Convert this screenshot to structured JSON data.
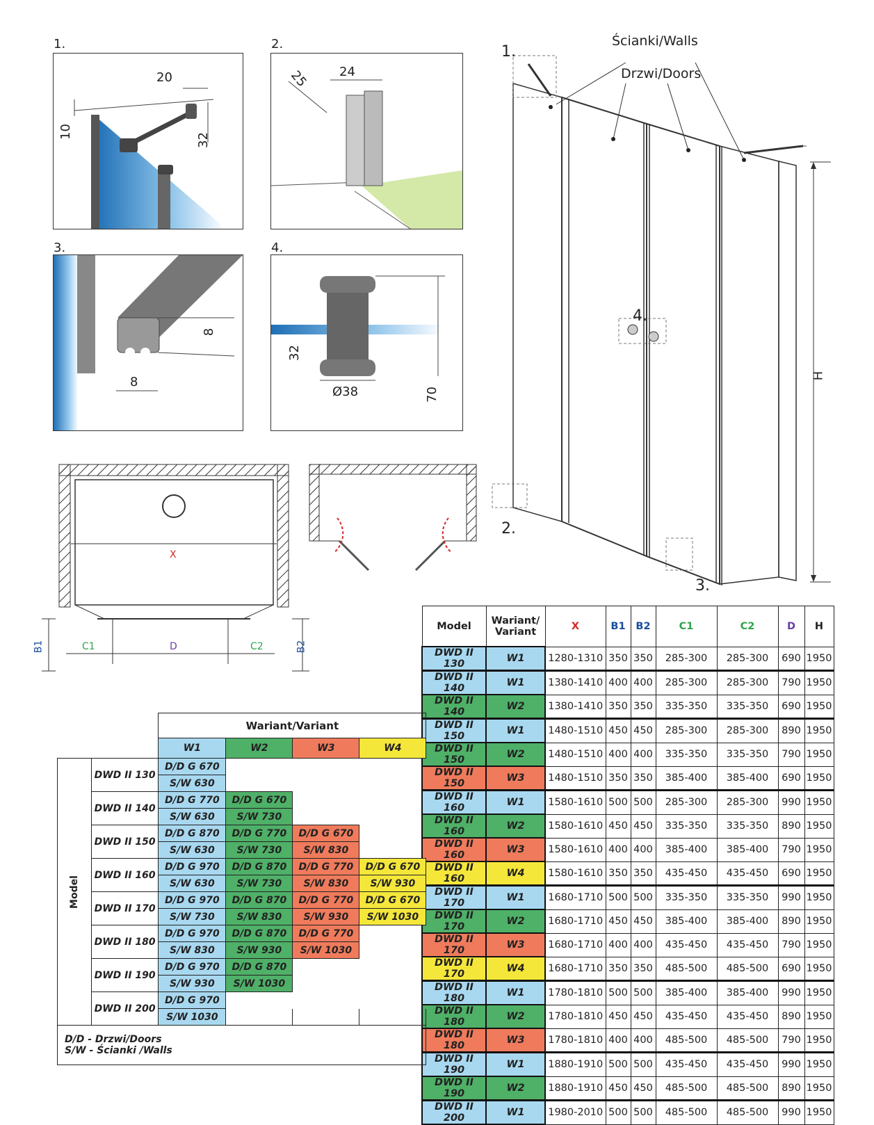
{
  "panels": {
    "p1": {
      "num": "1.",
      "dims": [
        "20",
        "10",
        "32"
      ]
    },
    "p2": {
      "num": "2.",
      "dims": [
        "24",
        "25"
      ]
    },
    "p3": {
      "num": "3.",
      "dims": [
        "8",
        "8"
      ]
    },
    "p4": {
      "num": "4.",
      "dims": [
        "32",
        "Ø38",
        "70"
      ]
    }
  },
  "main_drawing": {
    "label_walls": "Ścianki/Walls",
    "label_doors": "Drzwi/Doors",
    "callouts": [
      "1.",
      "2.",
      "3.",
      "4."
    ],
    "height_label": "H"
  },
  "plan": {
    "x_label": "X",
    "b1": "B1",
    "b2": "B2",
    "c1": "C1",
    "c2": "C2",
    "d": "D"
  },
  "spec_table": {
    "headers": [
      "Model",
      "Wariant/ Variant",
      "X",
      "B1",
      "B2",
      "C1",
      "C2",
      "D",
      "H"
    ],
    "header_colors": [
      "#222222",
      "#222222",
      "#d62a2a",
      "#1a4d9e",
      "#1a4d9e",
      "#2ea34a",
      "#2ea34a",
      "#6a3fa8",
      "#222222"
    ],
    "rows": [
      [
        "DWD II 130",
        "W1",
        "1280-1310",
        "350",
        "350",
        "285-300",
        "285-300",
        "690",
        "1950"
      ],
      [
        "DWD II 140",
        "W1",
        "1380-1410",
        "400",
        "400",
        "285-300",
        "285-300",
        "790",
        "1950"
      ],
      [
        "DWD II 140",
        "W2",
        "1380-1410",
        "350",
        "350",
        "335-350",
        "335-350",
        "690",
        "1950"
      ],
      [
        "DWD II 150",
        "W1",
        "1480-1510",
        "450",
        "450",
        "285-300",
        "285-300",
        "890",
        "1950"
      ],
      [
        "DWD II 150",
        "W2",
        "1480-1510",
        "400",
        "400",
        "335-350",
        "335-350",
        "790",
        "1950"
      ],
      [
        "DWD II 150",
        "W3",
        "1480-1510",
        "350",
        "350",
        "385-400",
        "385-400",
        "690",
        "1950"
      ],
      [
        "DWD II 160",
        "W1",
        "1580-1610",
        "500",
        "500",
        "285-300",
        "285-300",
        "990",
        "1950"
      ],
      [
        "DWD II 160",
        "W2",
        "1580-1610",
        "450",
        "450",
        "335-350",
        "335-350",
        "890",
        "1950"
      ],
      [
        "DWD II 160",
        "W3",
        "1580-1610",
        "400",
        "400",
        "385-400",
        "385-400",
        "790",
        "1950"
      ],
      [
        "DWD II 160",
        "W4",
        "1580-1610",
        "350",
        "350",
        "435-450",
        "435-450",
        "690",
        "1950"
      ],
      [
        "DWD II 170",
        "W1",
        "1680-1710",
        "500",
        "500",
        "335-350",
        "335-350",
        "990",
        "1950"
      ],
      [
        "DWD II 170",
        "W2",
        "1680-1710",
        "450",
        "450",
        "385-400",
        "385-400",
        "890",
        "1950"
      ],
      [
        "DWD II 170",
        "W3",
        "1680-1710",
        "400",
        "400",
        "435-450",
        "435-450",
        "790",
        "1950"
      ],
      [
        "DWD II 170",
        "W4",
        "1680-1710",
        "350",
        "350",
        "485-500",
        "485-500",
        "690",
        "1950"
      ],
      [
        "DWD II 180",
        "W1",
        "1780-1810",
        "500",
        "500",
        "385-400",
        "385-400",
        "990",
        "1950"
      ],
      [
        "DWD II 180",
        "W2",
        "1780-1810",
        "450",
        "450",
        "435-450",
        "435-450",
        "890",
        "1950"
      ],
      [
        "DWD II 180",
        "W3",
        "1780-1810",
        "400",
        "400",
        "485-500",
        "485-500",
        "790",
        "1950"
      ],
      [
        "DWD II 190",
        "W1",
        "1880-1910",
        "500",
        "500",
        "435-450",
        "435-450",
        "990",
        "1950"
      ],
      [
        "DWD II 190",
        "W2",
        "1880-1910",
        "450",
        "450",
        "485-500",
        "485-500",
        "890",
        "1950"
      ],
      [
        "DWD II 200",
        "W1",
        "1980-2010",
        "500",
        "500",
        "485-500",
        "485-500",
        "990",
        "1950"
      ]
    ]
  },
  "variant_colors": {
    "W1": "#a8d8f0",
    "W2": "#4fb068",
    "W3": "#ef7b5c",
    "W4": "#f5e73a"
  },
  "variant_table": {
    "title": "Wariant/Variant",
    "columns": [
      "W1",
      "W2",
      "W3",
      "W4"
    ],
    "side_label": "Model",
    "models": [
      {
        "name": "DWD II 130",
        "cells": [
          [
            "D/D G 670",
            "S/W 630"
          ]
        ]
      },
      {
        "name": "DWD II 140",
        "cells": [
          [
            "D/D G 770",
            "S/W 630"
          ],
          [
            "D/D G 670",
            "S/W 730"
          ]
        ]
      },
      {
        "name": "DWD II 150",
        "cells": [
          [
            "D/D G 870",
            "S/W 630"
          ],
          [
            "D/D G 770",
            "S/W 730"
          ],
          [
            "D/D G 670",
            "S/W 830"
          ]
        ]
      },
      {
        "name": "DWD II 160",
        "cells": [
          [
            "D/D G 970",
            "S/W 630"
          ],
          [
            "D/D G 870",
            "S/W 730"
          ],
          [
            "D/D G 770",
            "S/W 830"
          ],
          [
            "D/D G 670",
            "S/W 930"
          ]
        ]
      },
      {
        "name": "DWD II 170",
        "cells": [
          [
            "D/D G 970",
            "S/W 730"
          ],
          [
            "D/D G 870",
            "S/W 830"
          ],
          [
            "D/D G 770",
            "S/W 930"
          ],
          [
            "D/D G 670",
            "S/W 1030"
          ]
        ]
      },
      {
        "name": "DWD II 180",
        "cells": [
          [
            "D/D G 970",
            "S/W 830"
          ],
          [
            "D/D G 870",
            "S/W 930"
          ],
          [
            "D/D G 770",
            "S/W 1030"
          ]
        ]
      },
      {
        "name": "DWD II 190",
        "cells": [
          [
            "D/D G 970",
            "S/W 930"
          ],
          [
            "D/D G 870",
            "S/W 1030"
          ]
        ]
      },
      {
        "name": "DWD II 200",
        "cells": [
          [
            "D/D G 970",
            "S/W 1030"
          ]
        ]
      }
    ],
    "legend": [
      "D/D - Drzwi/Doors",
      "S/W - Ścianki /Walls"
    ]
  }
}
